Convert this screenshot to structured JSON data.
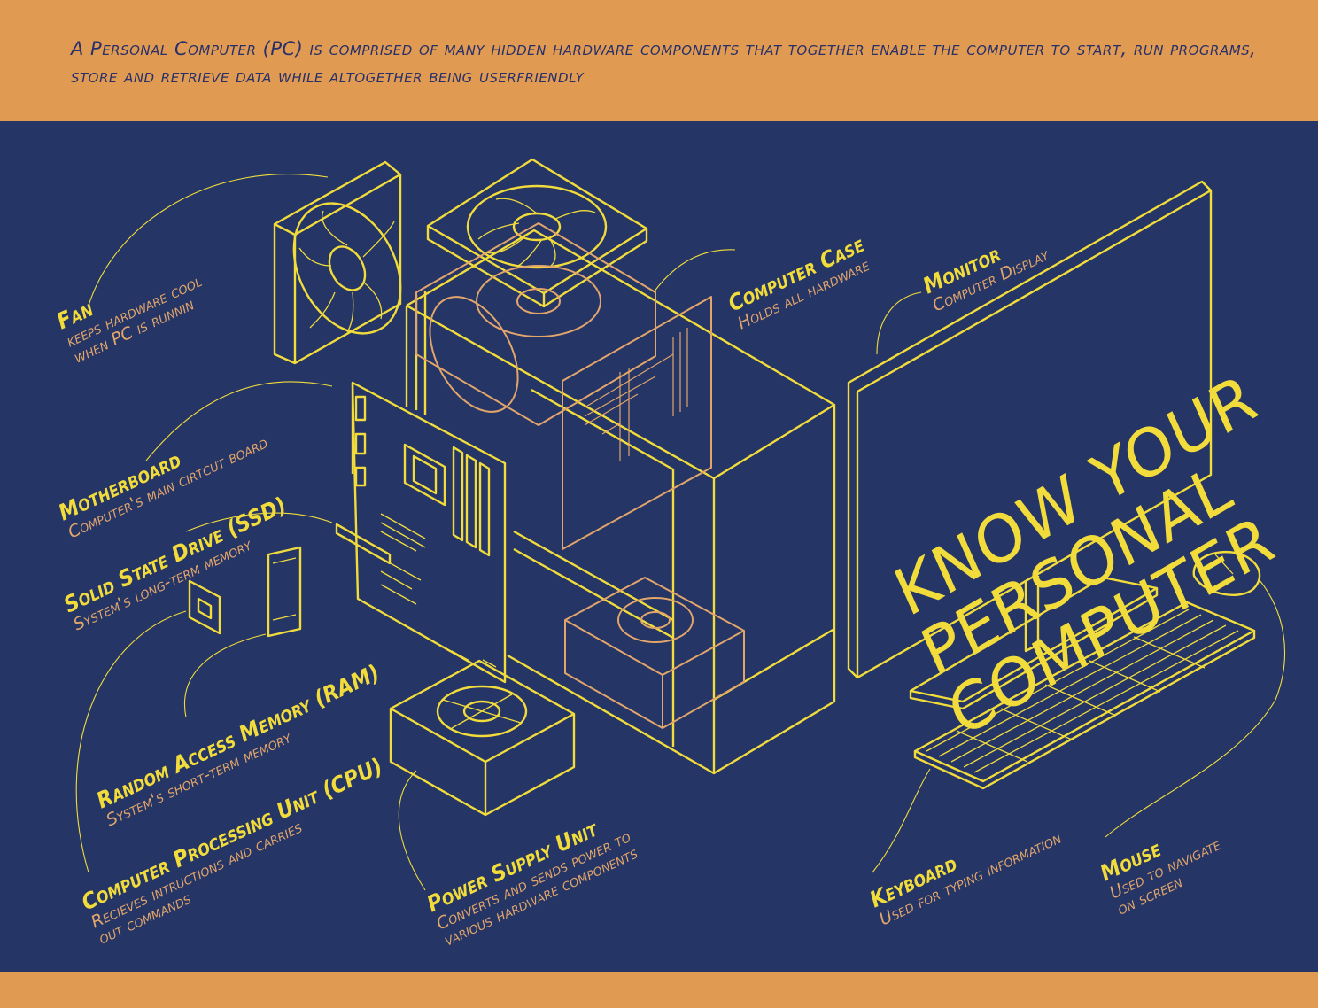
{
  "intro": "A Personal Computer (PC) is comprised of many hidden hardware components that together enable the computer to start, run programs, store  and retrieve data while altogether being userfriendly",
  "screen_title": [
    "KNOW YOUR",
    "PERSONAL",
    "COMPUTER"
  ],
  "labels": {
    "fan": {
      "title": "Fan",
      "desc": "keeps hardware cool\nwhen PC is runnin"
    },
    "motherboard": {
      "title": "Motherboard",
      "desc": "Computer's main cirtcut board"
    },
    "ssd": {
      "title": "Solid State Drive (SSD)",
      "desc": "System's long-term memory"
    },
    "ram": {
      "title": "Random Access Memory (RAM)",
      "desc": "System's short-term memory"
    },
    "cpu": {
      "title": "Computer Processing Unit (CPU)",
      "desc": "Recieves intructions and carries\nout commands"
    },
    "psu": {
      "title": "Power Supply Unit",
      "desc": "Converts and sends power to\nvarious hardware components"
    },
    "case": {
      "title": "Computer Case",
      "desc": "Holds all hardware"
    },
    "monitor": {
      "title": "Monitor",
      "desc": "Computer Display"
    },
    "keyboard": {
      "title": "Keyboard",
      "desc": "Used for typing information"
    },
    "mouse": {
      "title": "Mouse",
      "desc": "Used to navigate\non screen"
    }
  },
  "colors": {
    "background": "#243566",
    "band": "#e09a52",
    "line": "#f2dc3c",
    "accent": "#e2a56b",
    "intro_text": "#27306a"
  }
}
